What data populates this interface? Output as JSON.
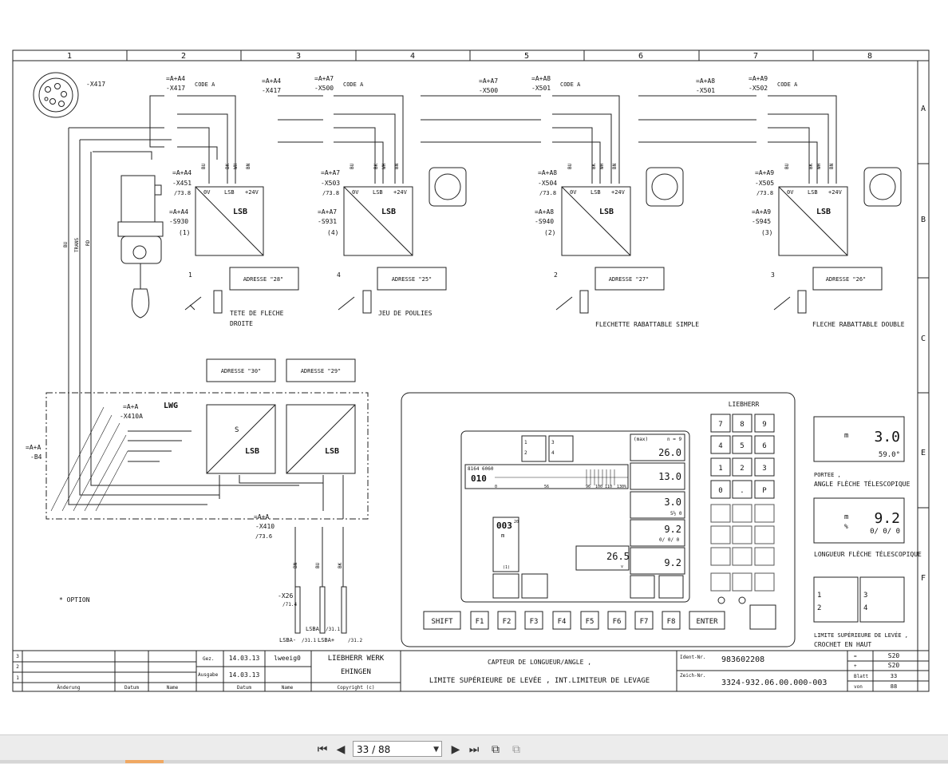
{
  "grid": {
    "columns": [
      "1",
      "2",
      "3",
      "4",
      "5",
      "6",
      "7",
      "8"
    ],
    "rows": [
      "A",
      "B",
      "C",
      "E",
      "F"
    ]
  },
  "colors": {
    "line": "#222222",
    "viewer_bg": "#ececec",
    "accent": "#f0a862"
  },
  "connector_top": {
    "label": "-X417"
  },
  "sensors": [
    {
      "ref_a": "=A+A4",
      "ref_b": "-X417",
      "code": "CODE A",
      "lsb_ref": "=A+A4",
      "lsb_x": "-X451",
      "lsb_page": "/73.8",
      "sw_ref": "=A+A4",
      "sw_s": "-S930",
      "sw_n": "(1)",
      "adresse": "ADRESSE \"28\"",
      "hook_n": "1",
      "title1": "TETE DE FLECHE",
      "title2": "DROITE"
    },
    {
      "ref_a": "=A+A7",
      "ref_b": "-X500",
      "code": "CODE A",
      "left_ref": "=A+A4",
      "left_x": "-X417",
      "lsb_ref": "=A+A7",
      "lsb_x": "-X503",
      "lsb_page": "/73.8",
      "sw_ref": "=A+A7",
      "sw_s": "-S931",
      "sw_n": "(4)",
      "adresse": "ADRESSE \"25\"",
      "hook_n": "4",
      "title1": "JEU DE POULIES",
      "title2": ""
    },
    {
      "ref_a": "=A+A8",
      "ref_b": "-X501",
      "code": "CODE A",
      "left_ref": "=A+A7",
      "left_x": "-X500",
      "lsb_ref": "=A+A8",
      "lsb_x": "-X504",
      "lsb_page": "/73.8",
      "sw_ref": "=A+A8",
      "sw_s": "-S940",
      "sw_n": "(2)",
      "adresse": "ADRESSE \"27\"",
      "hook_n": "2",
      "title1": "FLECHETTE RABATTABLE SIMPLE",
      "title2": ""
    },
    {
      "ref_a": "=A+A9",
      "ref_b": "-X502",
      "code": "CODE A",
      "left_ref": "=A+A8",
      "left_x": "-X501",
      "lsb_ref": "=A+A9",
      "lsb_x": "-X505",
      "lsb_page": "/73.8",
      "sw_ref": "=A+A9",
      "sw_s": "-S945",
      "sw_n": "(3)",
      "adresse": "ADRESSE \"26\"",
      "hook_n": "3",
      "title1": "FLECHE RABATTABLE DOUBLE",
      "title2": ""
    }
  ],
  "lsb": {
    "label": "LSB",
    "pin_0v": "0V",
    "pin_lsb": "LSB",
    "pin_24v": "+24V",
    "w_bu": "BU",
    "w_bk": "BK",
    "w_wh": "WH",
    "w_bn": "BN"
  },
  "lwg": {
    "ref": "=A+A",
    "x": "-X410A",
    "label": "LWG",
    "b4_ref": "=A+A",
    "b4": "-B4",
    "adresse_30": "ADRESSE \"30\"",
    "adresse_29": "ADRESSE \"29\"",
    "s": "S",
    "lsb": "LSB",
    "x410_ref": "=A+A",
    "x410": "-X410",
    "x410_page": "/73.6",
    "wires": [
      "BU",
      "TRANS",
      "RD"
    ]
  },
  "x26": {
    "label": "-X26",
    "page": "/71.4",
    "bn": "BN",
    "bu": "BU",
    "bk": "BK",
    "lsba": "LSBA",
    "lsba_minus": "LSBA-",
    "lsba_plus": "LSBA+",
    "p31_1": "/31.1",
    "p31_2": "/31.2"
  },
  "option_note": "*  OPTION",
  "panel": {
    "brand": "LIEBHERR",
    "keys": [
      "7",
      "8",
      "9",
      "4",
      "5",
      "6",
      "1",
      "2",
      "3",
      "0",
      ".",
      "P"
    ],
    "bottom_keys": [
      "SHIFT",
      "F1",
      "F2",
      "F3",
      "F4",
      "F5",
      "F6",
      "F7",
      "F8",
      "ENTER"
    ],
    "max_label": "(max)",
    "n_label": "n = 9",
    "v1": "26.0",
    "v2": "13.0",
    "v3": "3.0",
    "v3_sub": "5½ 0",
    "v4": "9.2",
    "v4_sub": "0/ 0/ 0",
    "v5": "9.2",
    "bar_top": "8164 6060",
    "bar_value": "010",
    "bar_ticks": [
      "0",
      "56",
      "96",
      "100",
      "110",
      "130%"
    ],
    "count": "003",
    "count_sup": "20",
    "m": "m",
    "battery": "26.5",
    "battery_unit": "v",
    "hook1": "1",
    "hook2": "2",
    "hook3": "3",
    "hook4": "4",
    "boxnum": "(1)"
  },
  "right_gauges": [
    {
      "value": "3.0",
      "sub": "59.0°",
      "unit": "m",
      "cap1": "PORTEE ,",
      "cap2": "ANGLE FLÈCHE TÉLESCOPIQUE"
    },
    {
      "value": "9.2",
      "sub": "0/  0/  0",
      "unit": "m",
      "unit2": "%",
      "cap1": "LONGUEUR FLÈCHE TÉLESCOPIQUE",
      "cap2": ""
    }
  ],
  "hook_caption": {
    "l1": "LIMITE SUPÉRIEURE DE LEVÉE ,",
    "l2": "CROCHET EN HAUT"
  },
  "title_block": {
    "rev_rows": [
      "3",
      "2",
      "1"
    ],
    "rev_headers": [
      "Änderung",
      "Datum",
      "Name"
    ],
    "gez": "Gez.",
    "gez_date": "14.03.13",
    "gez_name": "lweeig0",
    "ausgabe": "Ausgabe",
    "ausgabe_date": "14.03.13",
    "datum": "Datum",
    "name": "Name",
    "company1": "LIEBHERR WERK",
    "company2": "EHINGEN",
    "copyright": "Copyright (c)",
    "title1": "CAPTEUR DE LONGUEUR/ANGLE ,",
    "title2": "LIMITE SUPÉRIEURE DE LEVÉE , INT.LIMITEUR DE LEVAGE",
    "ident_label": "Ident-Nr.",
    "ident": "983602208",
    "zeich_label": "Zeich-Nr.",
    "zeich": "3324-932.06.00.000-003",
    "eq": "=",
    "eq_val": "S20",
    "plus": "+",
    "plus_val": "S20",
    "blatt": "Blatt",
    "blatt_val": "33",
    "von": "von",
    "von_val": "88"
  },
  "viewer": {
    "page_indicator": "33 / 88"
  }
}
